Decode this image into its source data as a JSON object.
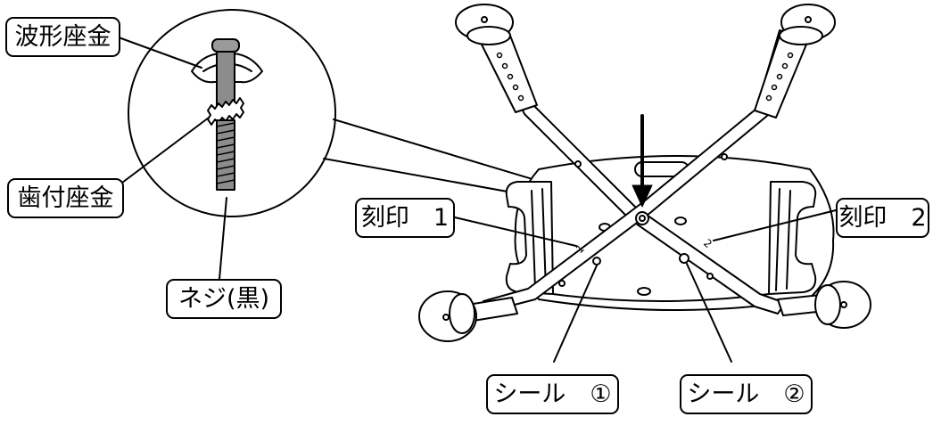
{
  "labels": {
    "wave_washer": "波形座金",
    "toothed_washer": "歯付座金",
    "screw_black": "ネジ(黒)",
    "mark_1": "刻印　1",
    "mark_2": "刻印　2",
    "seal_1": "シール　①",
    "seal_2": "シール　②"
  },
  "colors": {
    "line": "#000000",
    "background": "#ffffff",
    "screw_fill": "#8c8c8c",
    "rubber_tip_fill": "#ffffff"
  },
  "icons": {
    "pointer": "down-arrow-icon",
    "detail_circle": "magnifier-detail-circle"
  }
}
